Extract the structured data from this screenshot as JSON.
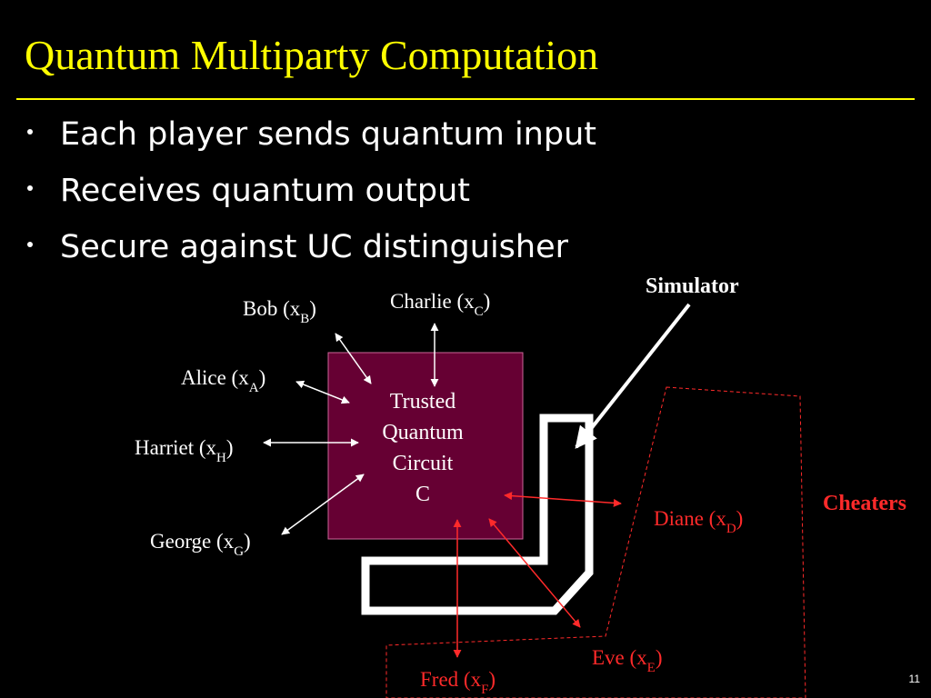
{
  "slide": {
    "title": "Quantum Multiparty Computation",
    "bullets": [
      "Each player sends quantum input",
      "Receives quantum output",
      "Secure against UC distinguisher"
    ],
    "page_number": "11"
  },
  "diagram": {
    "circuit_lines": [
      "Trusted",
      "Quantum",
      "Circuit",
      "C"
    ],
    "simulator_label": "Simulator",
    "cheaters_label": "Cheaters",
    "players": {
      "bob": {
        "name": "Bob (x",
        "sub": "B",
        "close": ")"
      },
      "charlie": {
        "name": "Charlie (x",
        "sub": "C",
        "close": ")"
      },
      "alice": {
        "name": "Alice (x",
        "sub": "A",
        "close": ")"
      },
      "harriet": {
        "name": "Harriet (x",
        "sub": "H",
        "close": ")"
      },
      "george": {
        "name": "George (x",
        "sub": "G",
        "close": ")"
      },
      "diane": {
        "name": "Diane (x",
        "sub": "D",
        "close": ")"
      },
      "eve": {
        "name": "Eve (x",
        "sub": "E",
        "close": ")"
      },
      "fred": {
        "name": "Fred (x",
        "sub": "F",
        "close": ")"
      }
    },
    "colors": {
      "title": "#ffff00",
      "honest": "#ffffff",
      "cheater": "#ff2a2a",
      "circuit_fill": "#660033"
    }
  }
}
